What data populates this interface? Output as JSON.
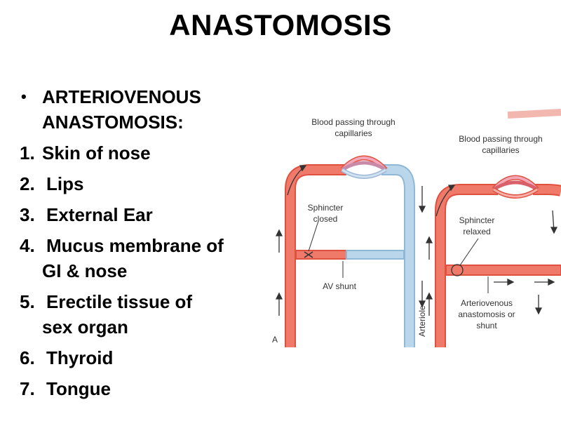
{
  "title": "ANASTOMOSIS",
  "list": {
    "heading": [
      "ARTERIOVENOUS",
      "ANASTOMOSIS:"
    ],
    "bullet": "•",
    "items": [
      {
        "num": "1.",
        "lines": [
          "Skin of nose"
        ]
      },
      {
        "num": "2.",
        "lines": [
          "Lips"
        ]
      },
      {
        "num": "3.",
        "lines": [
          "External Ear"
        ]
      },
      {
        "num": "4.",
        "lines": [
          "Mucus membrane of",
          "GI & nose"
        ]
      },
      {
        "num": "5.",
        "lines": [
          "Erectile tissue of",
          "sex organ"
        ]
      },
      {
        "num": "6.",
        "lines": [
          "Thyroid"
        ]
      },
      {
        "num": "7.",
        "lines": [
          "Tongue"
        ]
      }
    ]
  },
  "figure": {
    "left_panel": {
      "caption": [
        "Blood passing through",
        "capillaries"
      ],
      "sphincter": [
        "Sphincter",
        "closed"
      ],
      "shunt": "AV shunt",
      "letter": "A"
    },
    "right_panel": {
      "caption": [
        "Blood passing through",
        "capillaries"
      ],
      "sphincter": [
        "Sphincter",
        "relaxed"
      ],
      "shunt": [
        "Arteriovenous",
        "anastomosis or",
        "shunt"
      ],
      "vessel": "Arteriole"
    },
    "colors": {
      "artery": "#f07a6a",
      "artery_edge": "#e0503e",
      "vein": "#b9d6ea",
      "vein_edge": "#8fb8d6",
      "label": "#333333"
    }
  }
}
